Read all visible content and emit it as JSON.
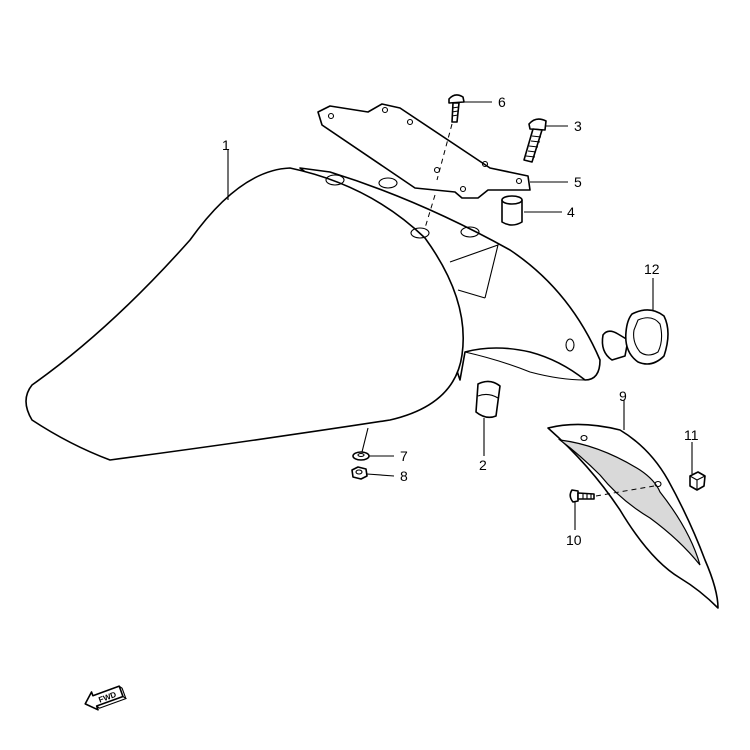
{
  "parts": [
    {
      "number": "1",
      "id": "front-fender"
    },
    {
      "number": "2",
      "id": "clamp"
    },
    {
      "number": "3",
      "id": "bolt-3"
    },
    {
      "number": "4",
      "id": "spacer"
    },
    {
      "number": "5",
      "id": "bracket-plate"
    },
    {
      "number": "6",
      "id": "screw-6"
    },
    {
      "number": "7",
      "id": "washer"
    },
    {
      "number": "8",
      "id": "nut-8"
    },
    {
      "number": "9",
      "id": "rear-fender-piece"
    },
    {
      "number": "10",
      "id": "screw-10"
    },
    {
      "number": "11",
      "id": "nut-11"
    },
    {
      "number": "12",
      "id": "grommet"
    }
  ],
  "direction_label": "FWD"
}
